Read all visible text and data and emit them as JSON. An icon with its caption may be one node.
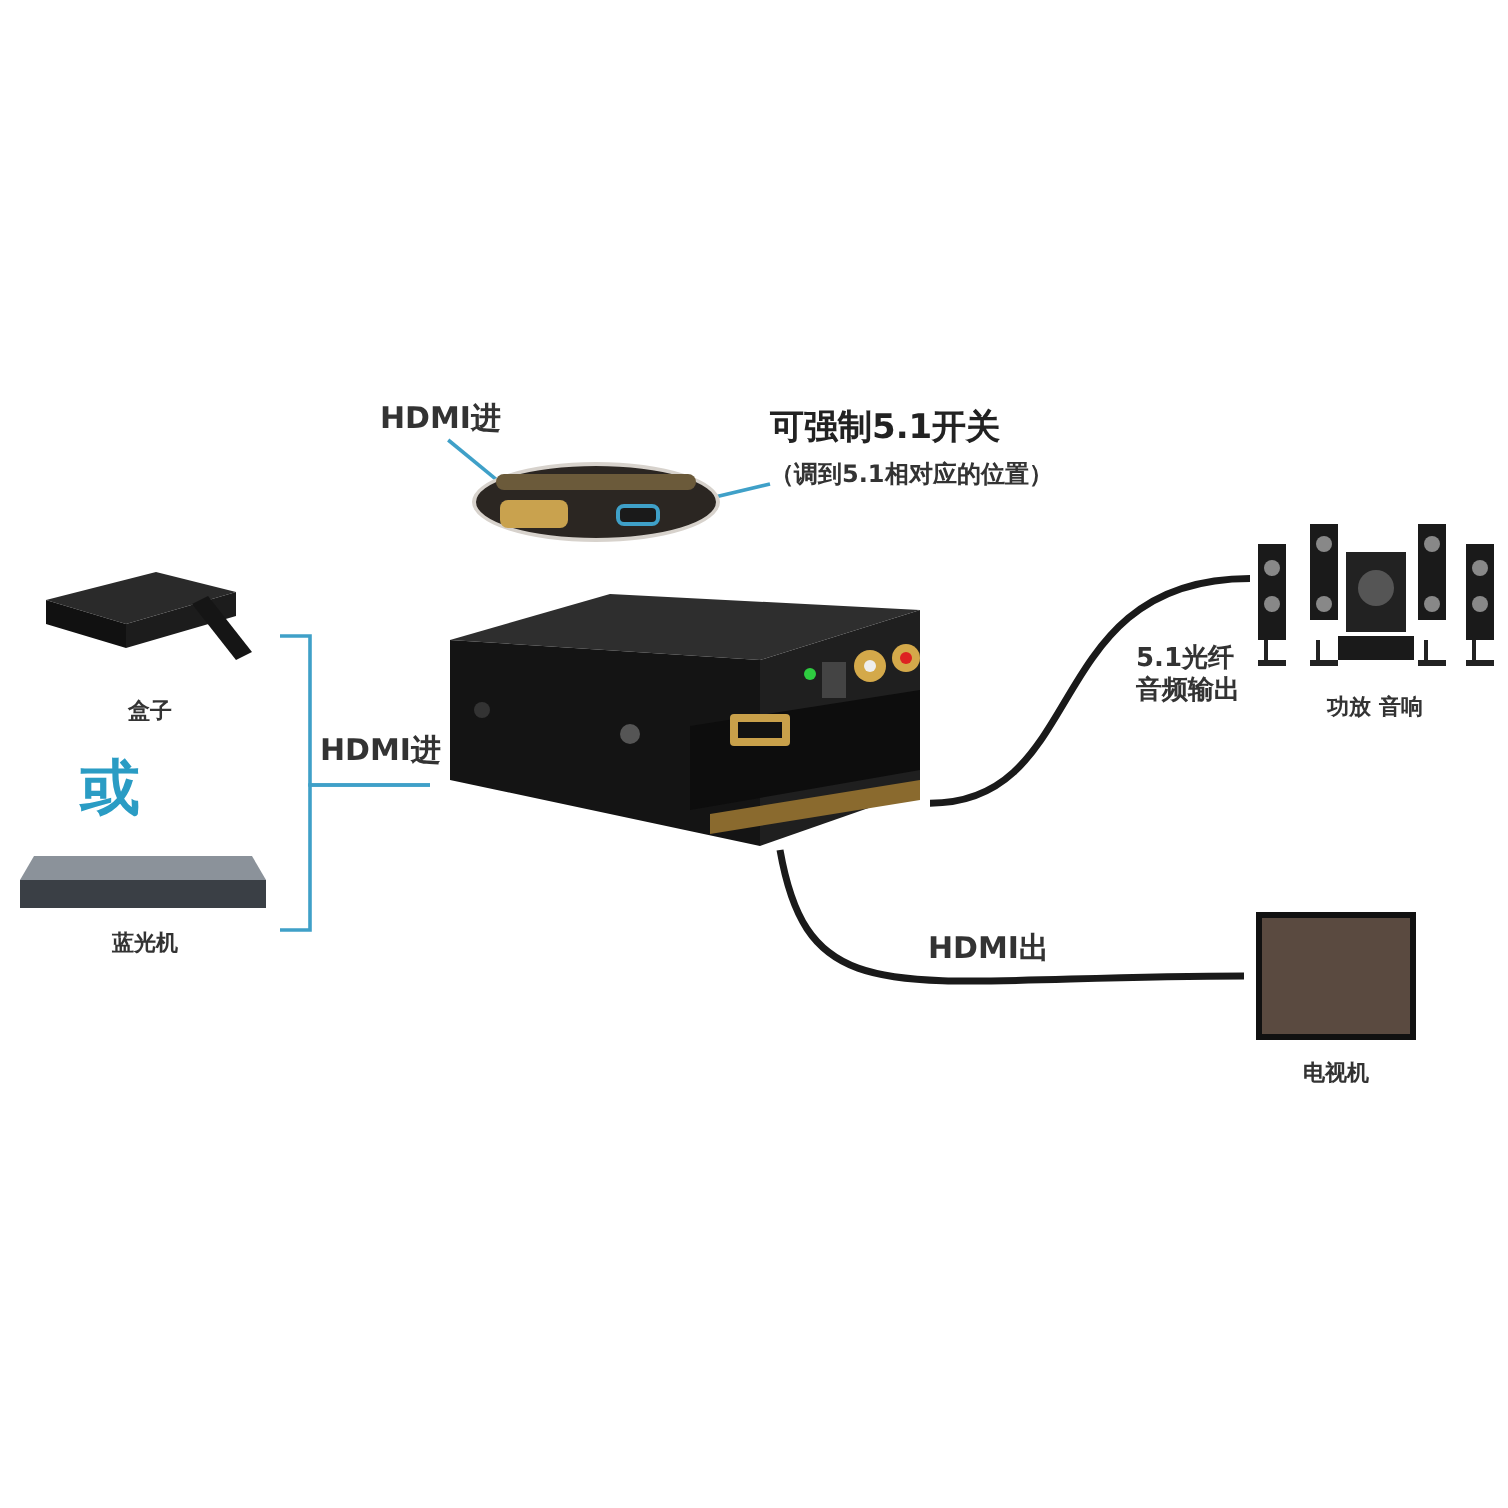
{
  "diagram": {
    "nodes": [
      {
        "text": [
          "盒子"
        ]
      },
      {
        "text": [
          "蓝光机"
        ]
      },
      {
        "text": [],
        "shape": "picture"
      },
      {
        "text": [
          "功放 音响"
        ]
      },
      {
        "text": [
          "电视机"
        ]
      },
      {
        "text": [],
        "shape": "picture"
      },
      {
        "text": [],
        "shape": "box",
        "in": 5
      },
      {
        "text": [],
        "shape": "box",
        "in": 5
      },
      {
        "text": [
          "HDMI进"
        ]
      },
      {
        "text": [
          "可强制5.1开关",
          "（调到5.1相对应的位置）"
        ]
      }
    ],
    "edges": [
      {
        "from": 0,
        "to": 2,
        "arrow": "none",
        "label": "HDMI进"
      },
      {
        "from": 1,
        "to": 2,
        "arrow": "none"
      },
      {
        "from": 2,
        "to": 3,
        "arrow": "none",
        "label": "5.1光纤音频输出",
        "style": "thick",
        "color": "#1a1a1a"
      },
      {
        "from": 2,
        "to": 4,
        "arrow": "none",
        "label": "HDMI出",
        "style": "thick",
        "color": "#1a1a1a"
      },
      {
        "from": 8,
        "to": 6,
        "arrow": "none"
      },
      {
        "from": 9,
        "to": 7,
        "arrow": "none"
      }
    ],
    "labels": [
      "或"
    ]
  }
}
